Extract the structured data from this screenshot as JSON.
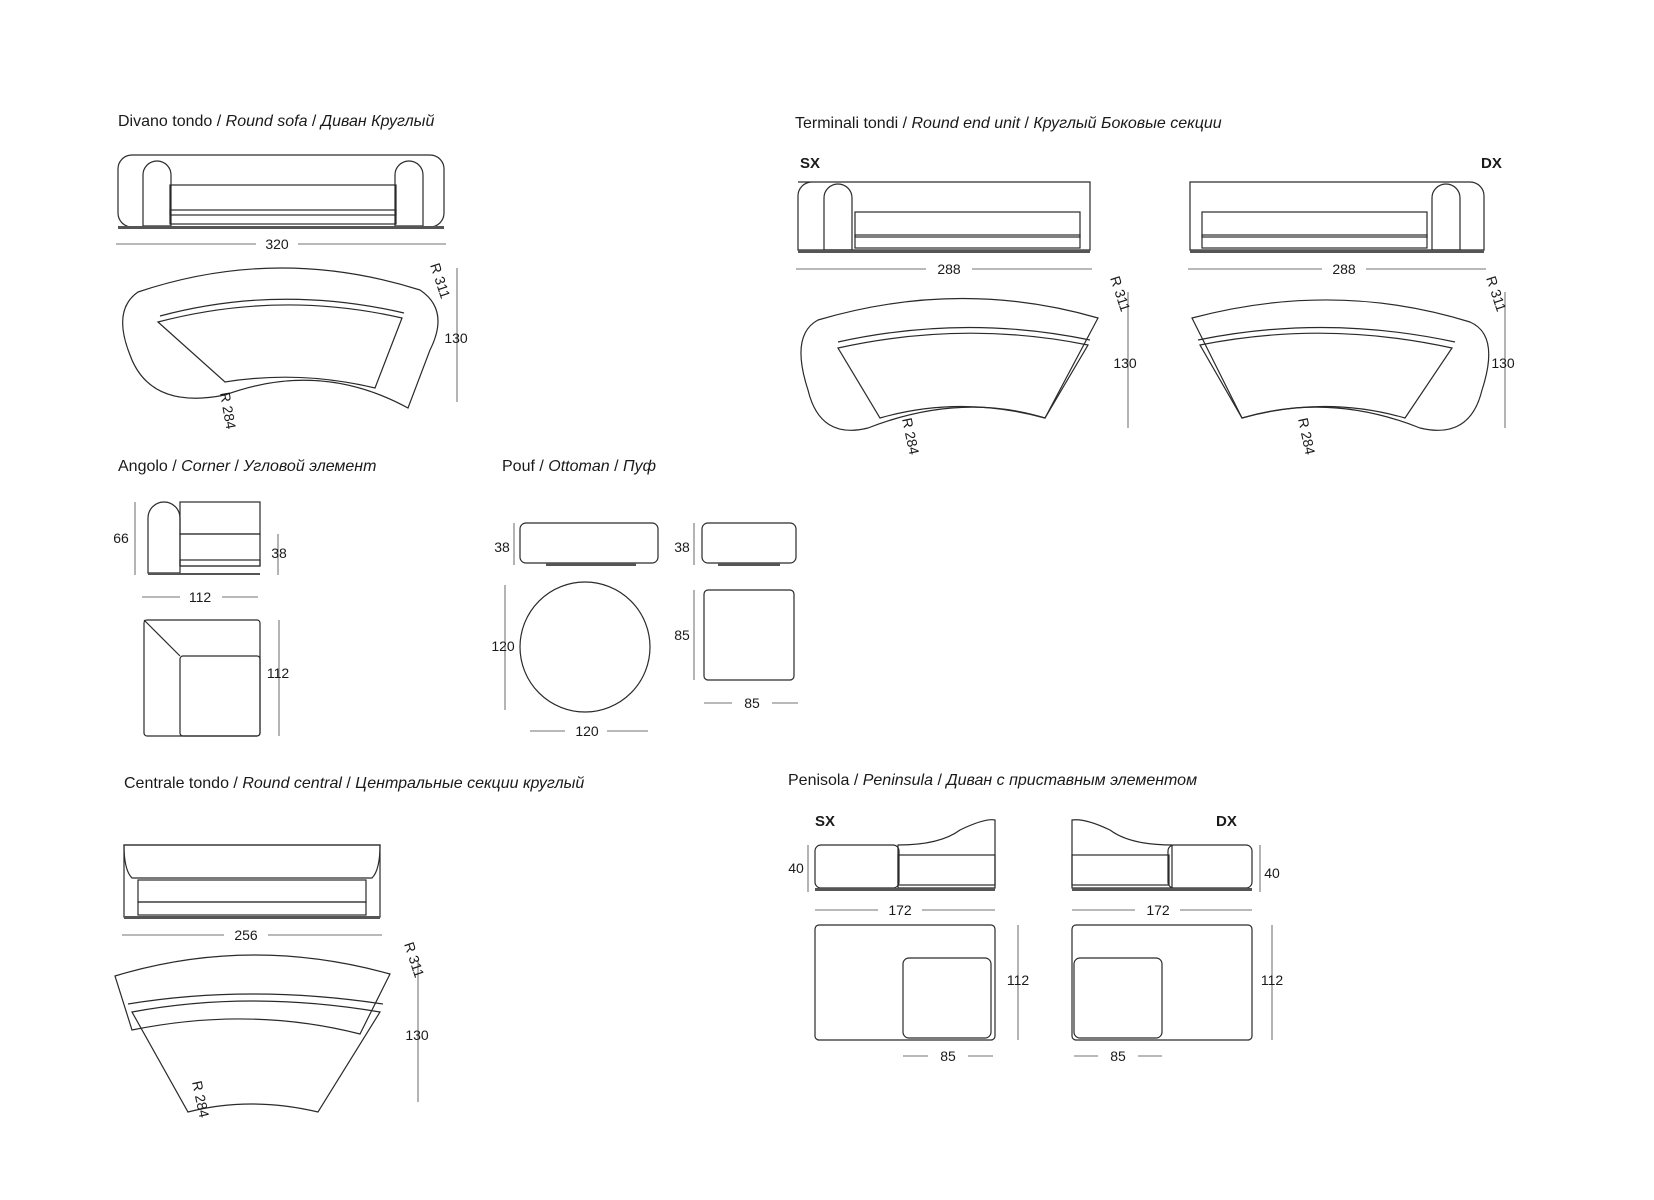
{
  "sections": {
    "round_sofa": {
      "title": {
        "it": "Divano tondo",
        "en": "Round sofa",
        "ru": "Диван Круглый"
      },
      "width": "320",
      "depth": "130",
      "outer_radius": "R 311",
      "inner_radius": "R 284"
    },
    "round_end_unit": {
      "title": {
        "it": "Terminali tondi",
        "en": "Round end unit",
        "ru": "Круглый Боковые секции"
      },
      "left_tag": "SX",
      "right_tag": "DX",
      "left_width": "288",
      "right_width": "288",
      "left_depth": "130",
      "right_depth": "130",
      "left_outer_radius": "R 311",
      "right_outer_radius": "R 311",
      "left_inner_radius": "R 284",
      "right_inner_radius": "R 284"
    },
    "corner": {
      "title": {
        "it": "Angolo",
        "en": "Corner",
        "ru": "Угловой элемент"
      },
      "height": "66",
      "seat_height": "38",
      "width": "112",
      "depth": "112"
    },
    "ottoman": {
      "title": {
        "it": "Pouf",
        "en": "Ottoman",
        "ru": "Пуф"
      },
      "round_height": "38",
      "square_height": "38",
      "round_diameter_v": "120",
      "round_diameter_h": "120",
      "square_side_v": "85",
      "square_side_h": "85"
    },
    "round_central": {
      "title": {
        "it": "Centrale tondo",
        "en": "Round central",
        "ru": "Центральные секции круглый"
      },
      "width": "256",
      "depth": "130",
      "outer_radius": "R 311",
      "inner_radius": "R 284"
    },
    "peninsula": {
      "title": {
        "it": "Penisola",
        "en": "Peninsula",
        "ru": "Диван с приставным элементом"
      },
      "left_tag": "SX",
      "right_tag": "DX",
      "left_height": "40",
      "right_height": "40",
      "left_width": "172",
      "right_width": "172",
      "left_depth": "112",
      "right_depth": "112",
      "left_module": "85",
      "right_module": "85"
    }
  }
}
